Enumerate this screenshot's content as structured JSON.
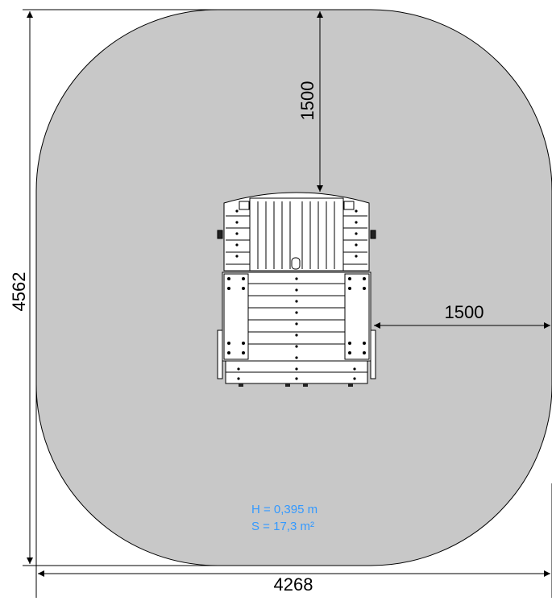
{
  "dimensions": {
    "total_width": "4268",
    "total_height": "4562",
    "top_clearance": "1500",
    "side_clearance": "1500"
  },
  "notes": {
    "height": "H = 0,395 m",
    "surface": "S = 17,3 m²"
  },
  "colors": {
    "safety_zone": "#c8c8c8",
    "outline": "#000000",
    "note": "#3399ff",
    "equipment_fill": "#ffffff"
  }
}
